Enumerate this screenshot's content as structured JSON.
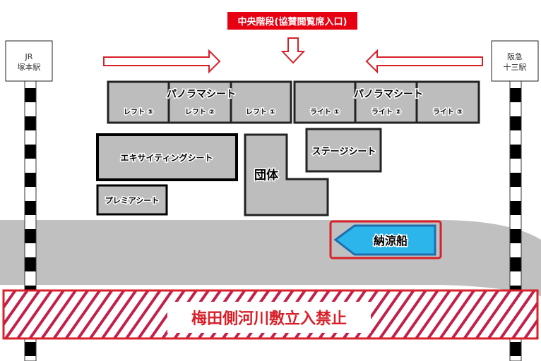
{
  "entrance": {
    "label": "中央階段(協賛閲覧席入口)"
  },
  "stations": {
    "left": {
      "line1": "JR",
      "line2": "塚本駅"
    },
    "right": {
      "line1": "阪急",
      "line2": "十三駅"
    }
  },
  "sections": {
    "panorama_left": {
      "title": "パノラマシート",
      "blocks": [
        "レフト ③",
        "レフト ②",
        "レフト ①"
      ]
    },
    "panorama_right": {
      "title": "パノラマシート",
      "blocks": [
        "ライト ①",
        "ライト ②",
        "ライト ③"
      ]
    },
    "exciting": "エキサイティングシート",
    "premium": "プレミアシート",
    "group": "団体",
    "stage": "ステージシート",
    "boat": "納涼船"
  },
  "restricted": {
    "label": "梅田側河川敷立入禁止"
  },
  "colors": {
    "red": "#d7202a",
    "seat": "#bdbdbd",
    "river": "#c0c0c0",
    "boat": "#2bb5ea"
  }
}
